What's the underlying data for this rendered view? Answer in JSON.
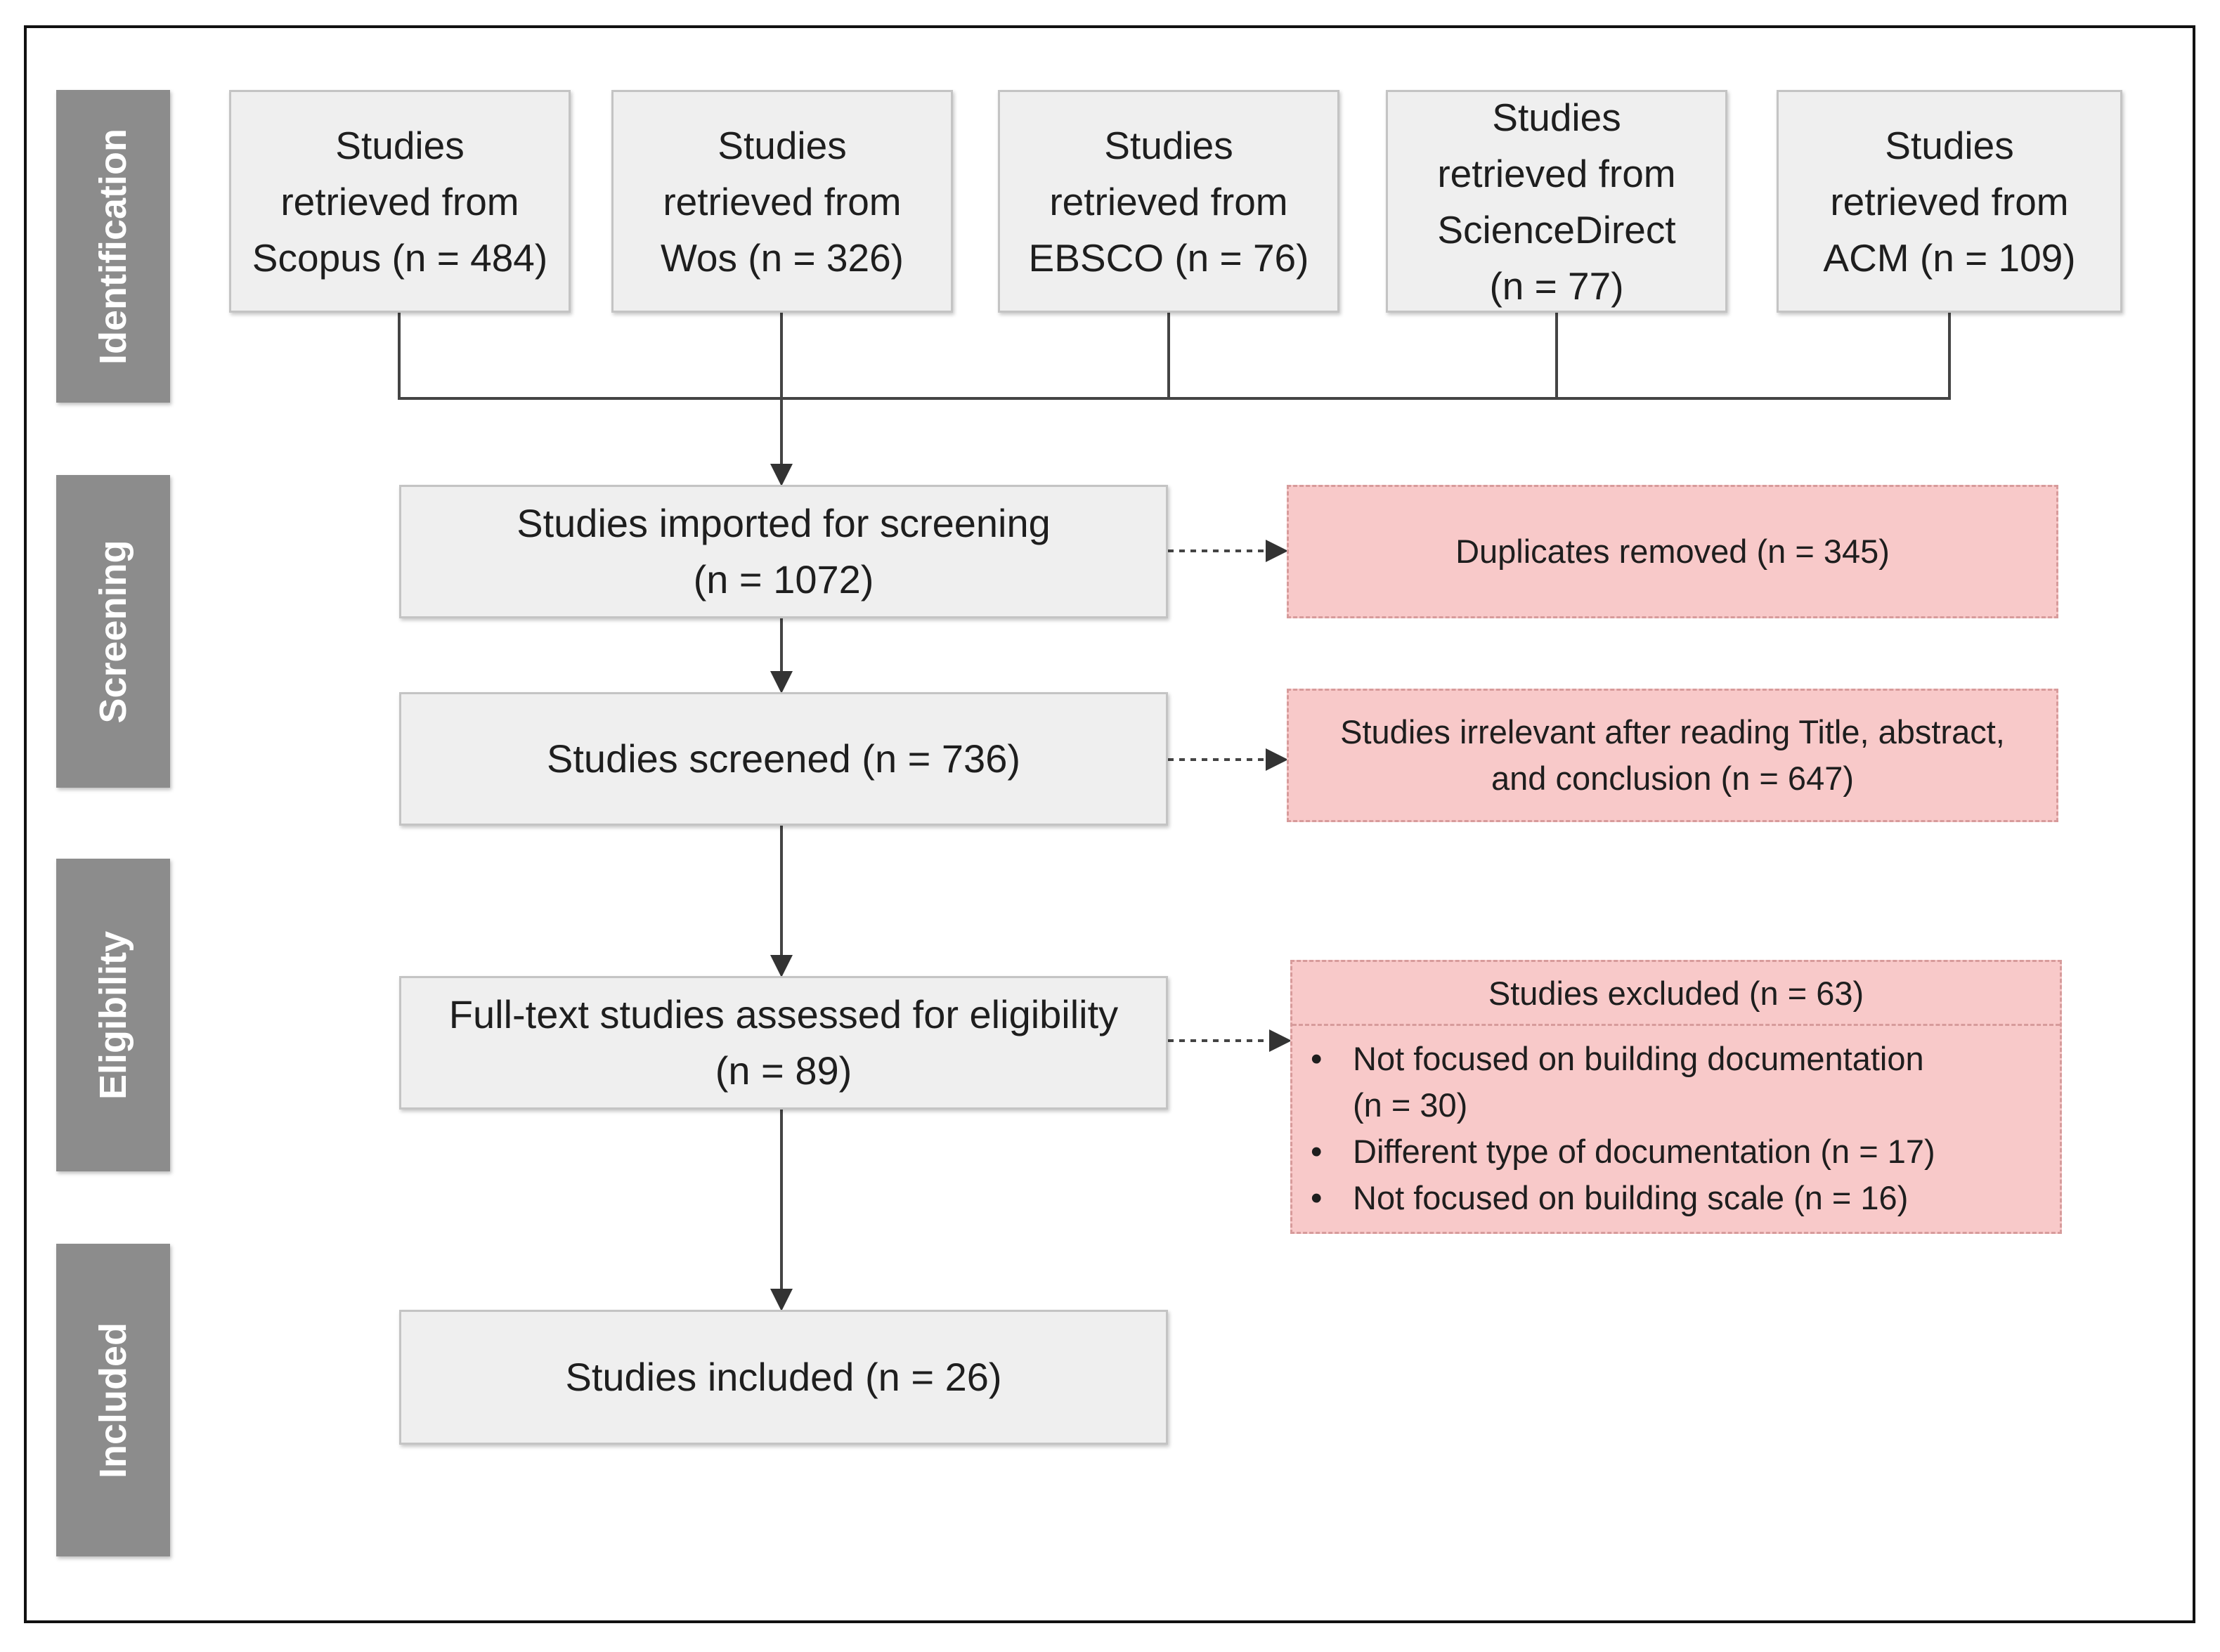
{
  "phases": {
    "identification": "Identification",
    "screening": "Screening",
    "eligibility": "Eligibility",
    "included": "Included"
  },
  "sources": [
    {
      "text": "Studies\nretrieved from\nScopus (n = 484)"
    },
    {
      "text": "Studies\nretrieved from\nWos (n = 326)"
    },
    {
      "text": "Studies\nretrieved from\nEBSCO (n = 76)"
    },
    {
      "text": "Studies\nretrieved from\nScienceDirect\n(n = 77)"
    },
    {
      "text": "Studies\nretrieved from\nACM (n = 109)"
    }
  ],
  "flow": {
    "imported": "Studies imported for screening\n(n = 1072)",
    "screened": "Studies screened (n = 736)",
    "fulltext": "Full-text studies assessed for eligibility\n(n = 89)",
    "included": "Studies included (n = 26)"
  },
  "exclusions": {
    "duplicates": "Duplicates removed (n = 345)",
    "irrelevant": "Studies irrelevant after reading Title, abstract,\nand conclusion (n = 647)",
    "excluded_title": "Studies excluded (n = 63)",
    "excluded_items": [
      "Not focused on building documentation\n(n = 30)",
      "Different type of documentation (n = 17)",
      "Not focused on building scale (n = 16)"
    ]
  },
  "colors": {
    "phase_fill": "#8c8c8c",
    "box_fill": "#efefef",
    "exclusion_fill": "#f8c9c9"
  }
}
